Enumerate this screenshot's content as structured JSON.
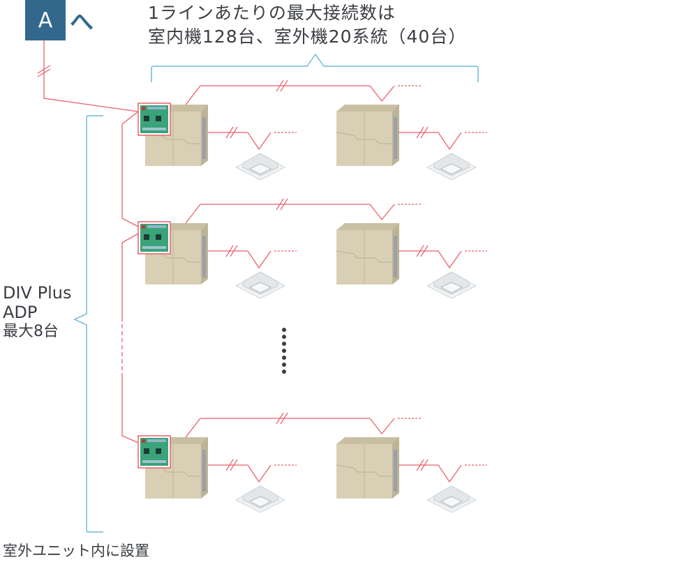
{
  "marker": {
    "letter": "A",
    "direction_label": "へ"
  },
  "title": {
    "line1": "1ラインあたりの最大接続数は",
    "line2": "室内機128台、室外機20系統（40台）"
  },
  "side_label": {
    "line1": "DIV Plus",
    "line2": "ADP",
    "line3": "最大8台"
  },
  "bottom_label": "室外ユニット内に設置",
  "colors": {
    "marker_bg": "#33688c",
    "wire": "#e8606a",
    "bracket": "#6fb8d8",
    "unit_body": "#d8cfb4",
    "board": "#3aa37a"
  },
  "rows": [
    {
      "name": "system-row-1",
      "has_adp": true
    },
    {
      "name": "system-row-2",
      "has_adp": true
    },
    {
      "name": "system-row-n",
      "has_adp": true
    }
  ],
  "ellipsis_dots": 7
}
